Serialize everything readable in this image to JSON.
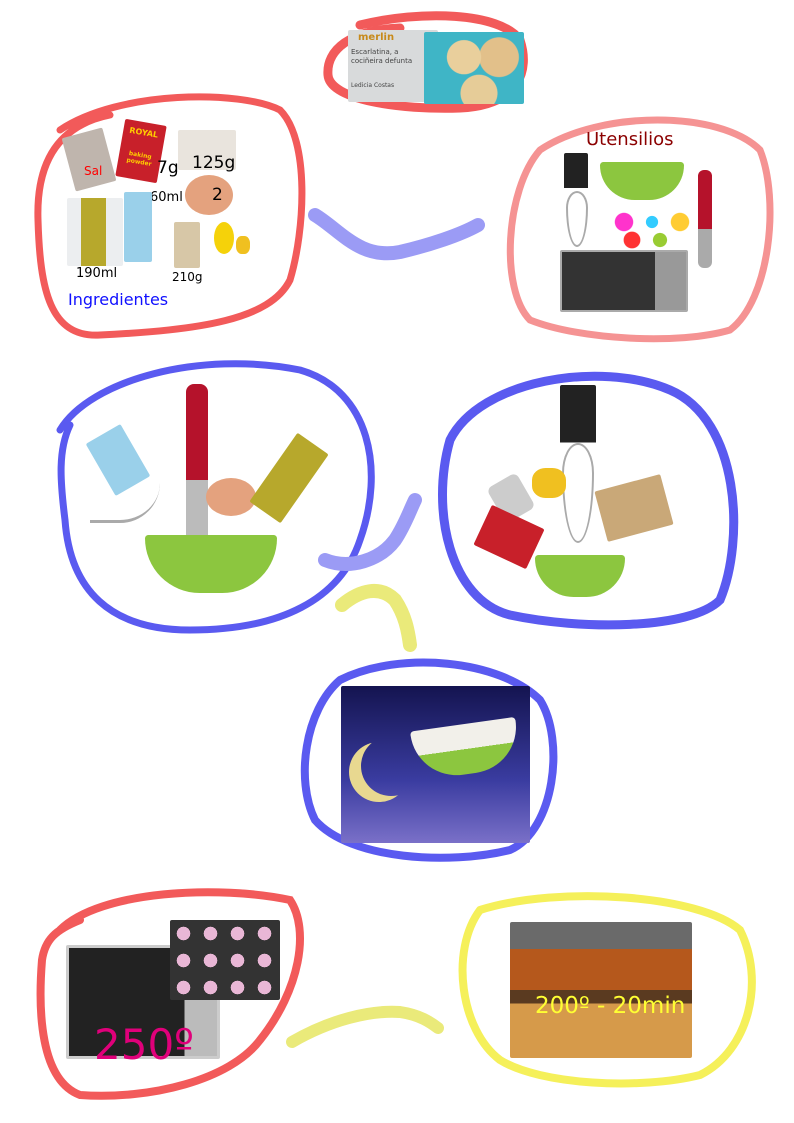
{
  "cover": {
    "brand": "merlin",
    "title": "Escarlatina, a cociñeira defunta",
    "author": "Ledicia Costas"
  },
  "ingredients": {
    "title": "Ingredientes",
    "items": [
      {
        "name": "Sal",
        "qty": ""
      },
      {
        "name": "baking powder",
        "qty": "7g"
      },
      {
        "name": "sugar",
        "qty": "125g"
      },
      {
        "name": "milk",
        "qty": "60ml"
      },
      {
        "name": "eggs",
        "qty": "2"
      },
      {
        "name": "oil",
        "qty": "190ml"
      },
      {
        "name": "flour",
        "qty": "210g"
      }
    ],
    "box_label": "ROYAL"
  },
  "utensils": {
    "title": "Utensilios"
  },
  "bake1": {
    "temp": "250º"
  },
  "bake2": {
    "label": "200º - 20min"
  },
  "colors": {
    "red": "#f25a5a",
    "blue": "#5a5af0",
    "yellow": "#f0f060",
    "pink": "#e0007a",
    "darkred": "#8b0000"
  }
}
